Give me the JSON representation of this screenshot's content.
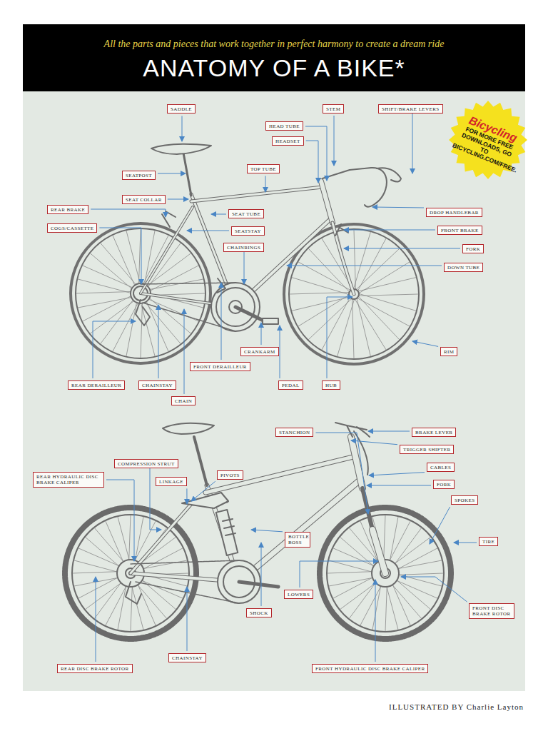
{
  "diagram": {
    "title": "ANATOMY OF A BIKE*",
    "caption": "ILLUSTRATED BY Charlie Layton",
    "nodes": [
      {
        "text": [
          "SADDLE"
        ]
      },
      {
        "text": [
          "STEM"
        ]
      },
      {
        "text": [
          "SHIFT/BRAKE LEVERS"
        ]
      },
      {
        "text": [
          "HEAD TUBE"
        ]
      },
      {
        "text": [
          "HEADSET"
        ]
      },
      {
        "text": [
          "Bicycling",
          "FOR MORE FREE DOWNLOADS, GO TO BICYCLING.COM/FREE."
        ]
      },
      {
        "text": [
          "SEATPOST"
        ]
      },
      {
        "text": [
          "TOP TUBE"
        ]
      },
      {
        "text": [
          "DROP HANDLEBAR"
        ]
      },
      {
        "text": [
          "SEAT COLLAR"
        ]
      },
      {
        "text": [
          "REAR BRAKE"
        ]
      },
      {
        "text": [
          "SEAT TUBE"
        ]
      },
      {
        "text": [
          "COGS/CASSETTE"
        ]
      },
      {
        "text": [
          "SEATSTAY"
        ]
      },
      {
        "text": [
          "FRONT BRAKE"
        ]
      },
      {
        "text": [
          "CHAINRINGS"
        ]
      },
      {
        "text": [
          "FORK"
        ]
      },
      {
        "text": [
          "DOWN TUBE"
        ]
      },
      {
        "text": [
          "CRANKARM"
        ]
      },
      {
        "text": [
          "RIM"
        ]
      },
      {
        "text": [
          "FRONT DERAILLEUR"
        ]
      },
      {
        "text": [
          "REAR DERAILLEUR"
        ]
      },
      {
        "text": [
          "CHAINSTAY"
        ]
      },
      {
        "text": [
          "PEDAL"
        ]
      },
      {
        "text": [
          "HUB"
        ]
      },
      {
        "text": [
          "CHAIN"
        ]
      },
      {
        "text": [
          "STANCHION"
        ]
      },
      {
        "text": [
          "BRAKE LEVER"
        ]
      },
      {
        "text": [
          "TRIGGER SHIFTER"
        ]
      },
      {
        "text": [
          "COMPRESSION STRUT"
        ]
      },
      {
        "text": [
          "CABLES"
        ]
      },
      {
        "text": [
          "REAR HYDRAULIC DISC BRAKE CALIPER"
        ]
      },
      {
        "text": [
          "LINKAGE"
        ]
      },
      {
        "text": [
          "PIVOTS"
        ]
      },
      {
        "text": [
          "FORK"
        ]
      },
      {
        "text": [
          "SPOKES"
        ]
      },
      {
        "text": [
          "BOTTLE BOSS"
        ]
      },
      {
        "text": [
          "TIRE"
        ]
      },
      {
        "text": [
          "LOWERS"
        ]
      },
      {
        "text": [
          "FRONT DISC BRAKE ROTOR"
        ]
      },
      {
        "text": [
          "SHOCK"
        ]
      },
      {
        "text": [
          "CHAINSTAY"
        ]
      },
      {
        "text": [
          "REAR DISC BRAKE ROTOR"
        ]
      },
      {
        "text": [
          "FRONT HYDRAULIC DISC BRAKE CALIPER"
        ]
      }
    ],
    "labels": [
      "All the parts and pieces that work together in perfect harmony to create a dream ride"
    ]
  }
}
